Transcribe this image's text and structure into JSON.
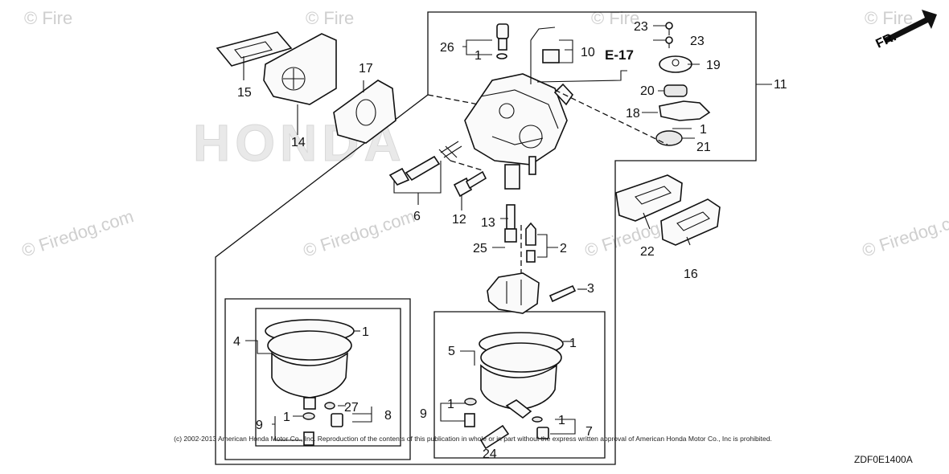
{
  "watermark": {
    "text": "© Firedog.com",
    "short": "© Fire",
    "big_letters": "HONDA"
  },
  "direction_label": "FR.",
  "reference_label": "E-17",
  "diagram_code": "ZDF0E1400A",
  "copyright": "(c) 2002-2013 American Honda Motor Co., Inc. Reproduction of the contents of this publication in whole or in part without the express written approval of American Honda Motor Co., Inc is prohibited.",
  "callouts": {
    "c1a": "1",
    "c1b": "1",
    "c1c": "1",
    "c1d": "1",
    "c1e": "1",
    "c1f": "1",
    "c1g": "1",
    "c2": "2",
    "c3": "3",
    "c4": "4",
    "c5": "5",
    "c6": "6",
    "c7": "7",
    "c8": "8",
    "c9a": "9",
    "c9b": "9",
    "c10": "10",
    "c11": "11",
    "c12": "12",
    "c13": "13",
    "c14": "14",
    "c15": "15",
    "c16": "16",
    "c17": "17",
    "c18": "18",
    "c19": "19",
    "c20": "20",
    "c21": "21",
    "c22": "22",
    "c23a": "23",
    "c23b": "23",
    "c24": "24",
    "c25": "25",
    "c26": "26",
    "c27": "27"
  }
}
